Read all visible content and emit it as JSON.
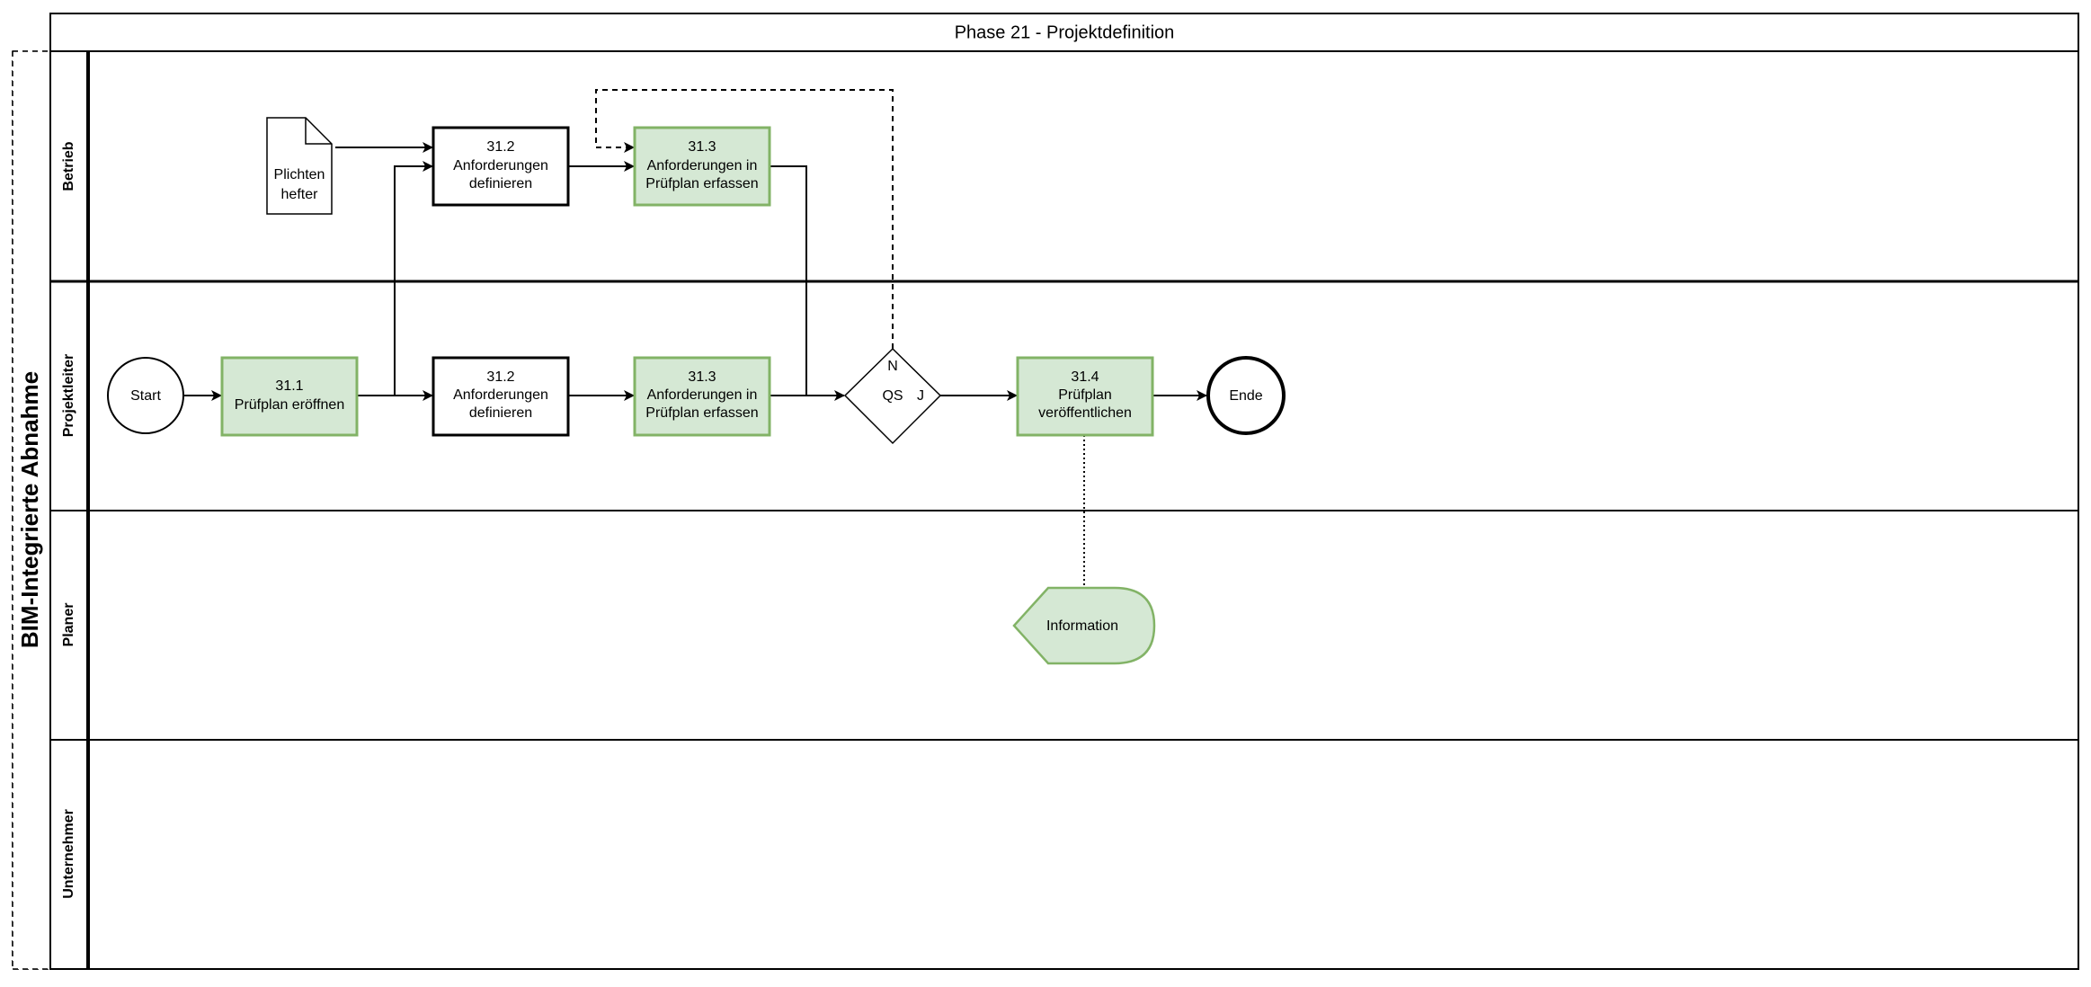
{
  "diagram": {
    "outer_title": "BIM-Integrierte Abnahme",
    "phase_title": "Phase 21 - Projektdefinition",
    "lanes": [
      {
        "label": "Betrieb"
      },
      {
        "label": "Projektleiter"
      },
      {
        "label": "Planer"
      },
      {
        "label": "Unternehmer"
      }
    ],
    "document": {
      "lines": [
        "Plichten",
        "hefter"
      ]
    },
    "betrieb_step_a": {
      "lines": [
        "31.2",
        "Anforderungen",
        "definieren"
      ]
    },
    "betrieb_step_b": {
      "lines": [
        "31.3",
        "Anforderungen in",
        "Prüfplan erfassen"
      ]
    },
    "start": {
      "label": "Start"
    },
    "step_1": {
      "lines": [
        "31.1",
        "Prüfplan eröffnen"
      ]
    },
    "step_2": {
      "lines": [
        "31.2",
        "Anforderungen",
        "definieren"
      ]
    },
    "step_3": {
      "lines": [
        "31.3",
        "Anforderungen in",
        "Prüfplan erfassen"
      ]
    },
    "decision": {
      "label": "QS",
      "no_label": "N",
      "yes_label": "J"
    },
    "step_4": {
      "lines": [
        "31.4",
        "Prüfplan",
        "veröffentlichen"
      ]
    },
    "end": {
      "label": "Ende"
    },
    "information": {
      "label": "Information"
    },
    "colors": {
      "green_fill": "#d5e8d4",
      "green_stroke": "#82b366",
      "line": "#000000"
    }
  }
}
